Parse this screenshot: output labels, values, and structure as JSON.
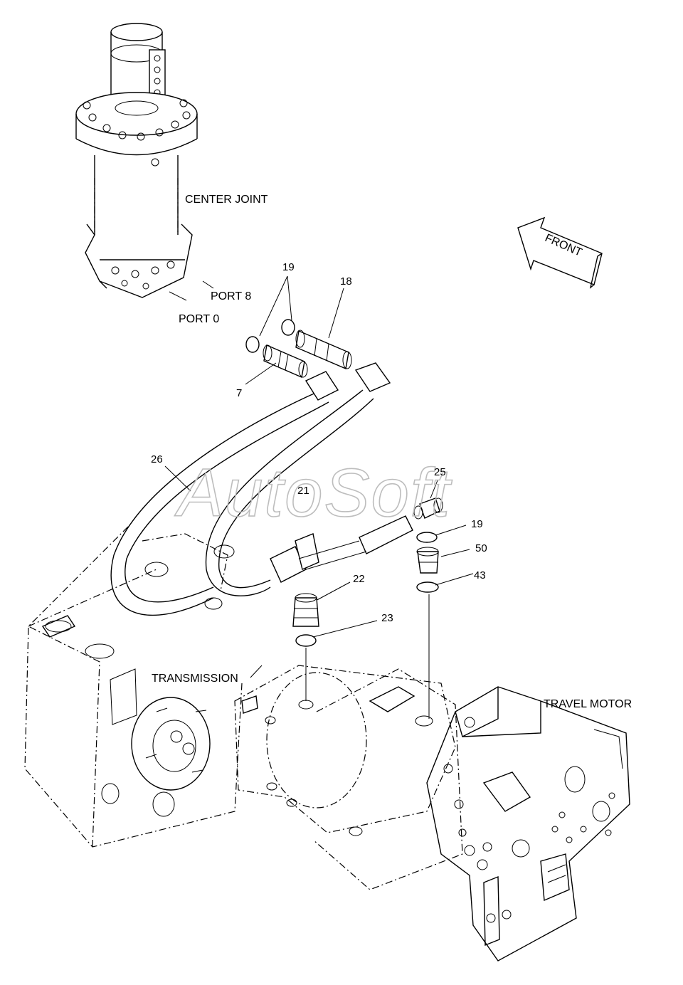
{
  "labels": {
    "center_joint": "CENTER JOINT",
    "port8": "PORT 8",
    "port0": "PORT 0",
    "front": "FRONT",
    "transmission": "TRANSMISSION",
    "travel_motor": "TRAVEL MOTOR"
  },
  "watermark": "AutoSoft",
  "callouts": {
    "c19a": "19",
    "c18": "18",
    "c7": "7",
    "c26": "26",
    "c25": "25",
    "c21": "21",
    "c19b": "19",
    "c50": "50",
    "c43": "43",
    "c22": "22",
    "c23": "23"
  }
}
